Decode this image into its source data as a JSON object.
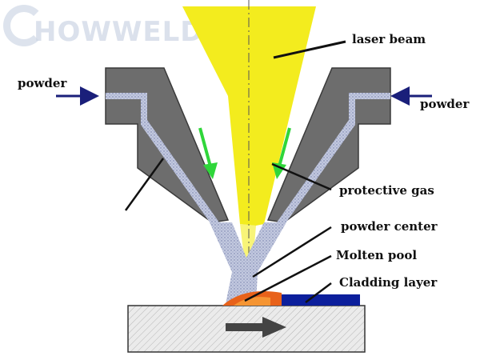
{
  "watermark": {
    "text": "HOWWELD"
  },
  "labels": {
    "laser_beam": "laser beam",
    "powder_left": "powder",
    "powder_right": "powder",
    "protective_gas": "protective gas",
    "powder_center": "powder center",
    "molten_pool": "Molten pool",
    "cladding_layer": "Cladding layer"
  },
  "colors": {
    "laser": "#f3ec1e",
    "nozzle": "#6d6d6d",
    "nozzle_edge": "#3a3a3a",
    "powder_stream": "#b8bfd8",
    "gas_arrow": "#2fd63a",
    "feed_arrow": "#1a1f7a",
    "molten_pool": "#e8621a",
    "cladding": "#0c1f9c",
    "substrate": "#e8e8e8"
  }
}
